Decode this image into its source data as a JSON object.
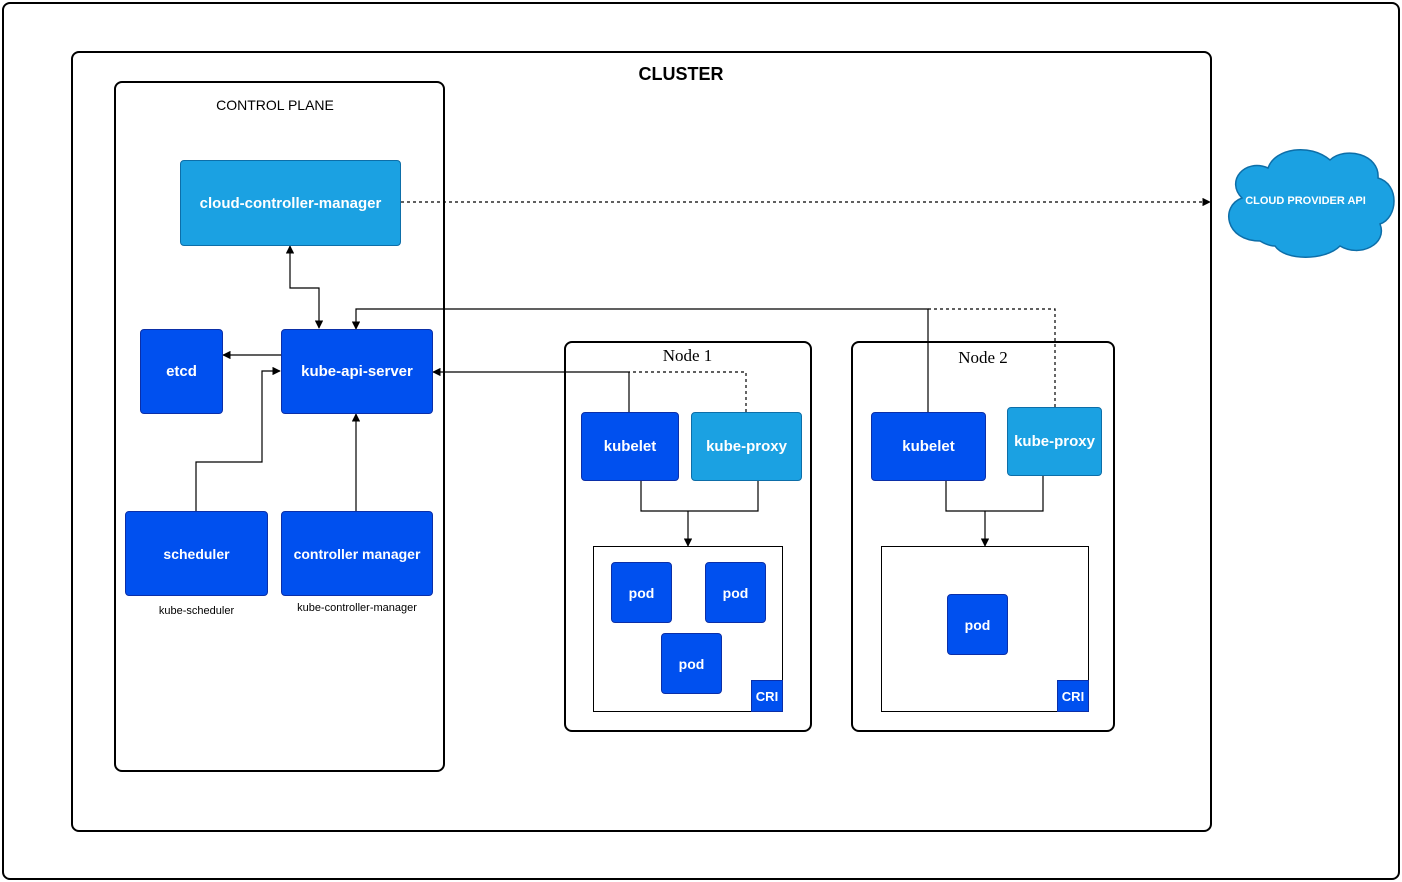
{
  "cluster": {
    "title": "CLUSTER"
  },
  "control_plane": {
    "title": "CONTROL PLANE",
    "cloud_controller_manager": "cloud-controller-manager",
    "etcd": "etcd",
    "kube_api_server": "kube-api-server",
    "scheduler": "scheduler",
    "scheduler_caption": "kube-scheduler",
    "controller_manager": "controller manager",
    "controller_manager_caption": "kube-controller-manager"
  },
  "cloud_provider": {
    "label": "CLOUD PROVIDER API"
  },
  "node1": {
    "title": "Node 1",
    "kubelet": "kubelet",
    "kube_proxy": "kube-proxy",
    "pods": [
      "pod",
      "pod",
      "pod"
    ],
    "cri": "CRI"
  },
  "node2": {
    "title": "Node 2",
    "kubelet": "kubelet",
    "kube_proxy": "kube-proxy",
    "pods": [
      "pod"
    ],
    "cri": "CRI"
  },
  "colors": {
    "primary": "#0050ef",
    "secondary": "#1ba1e2",
    "border": "#000000"
  }
}
